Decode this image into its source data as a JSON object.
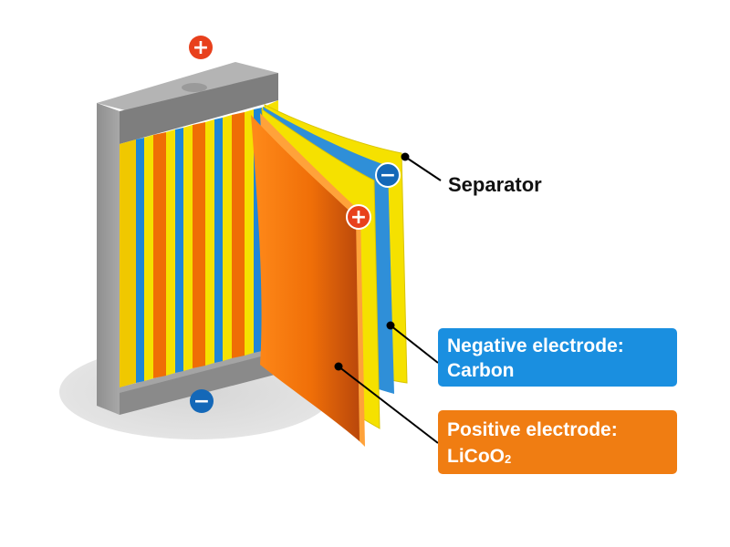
{
  "labels": {
    "separator": "Separator",
    "negative": {
      "line1": "Negative electrode:",
      "line2": "Carbon"
    },
    "positive": {
      "line1": "Positive electrode:",
      "line2": "LiCoO",
      "subscript": "2"
    }
  },
  "terminals": {
    "plus": "+",
    "minus": "−"
  },
  "colors": {
    "negative_box": "#1a8fe0",
    "positive_box": "#f07d12",
    "separator_layer": "#f5e100",
    "negative_layer": "#2f8fd8",
    "positive_layer": "#ef6e05",
    "plus_badge": "#e8401c",
    "minus_badge": "#1468b8",
    "case": "#8a8a8a"
  }
}
